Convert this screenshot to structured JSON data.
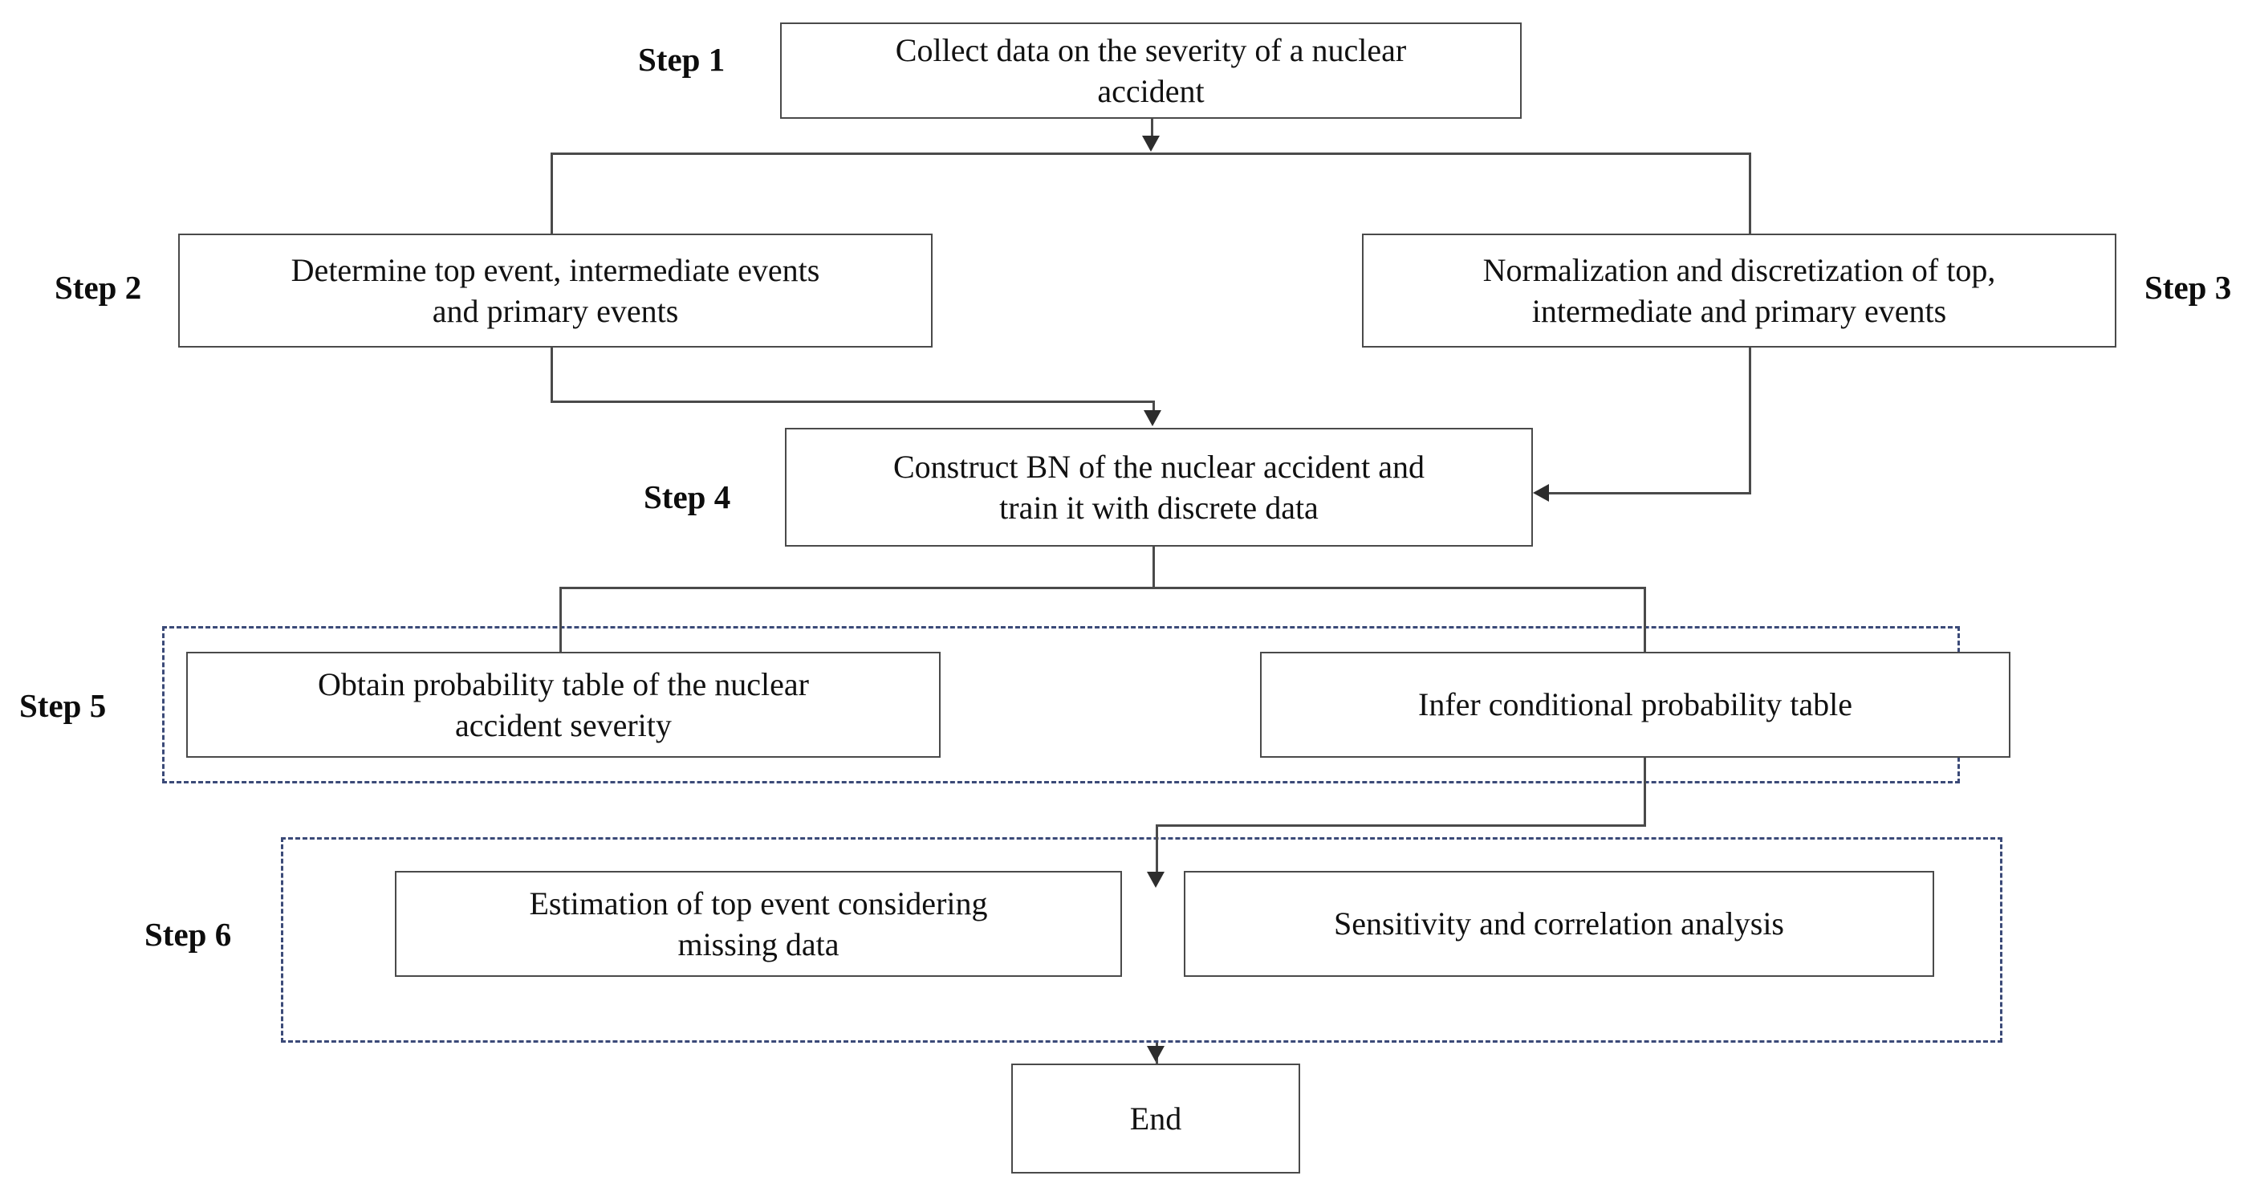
{
  "diagram": {
    "title": "Nuclear accident Bayesian Network methodology flowchart",
    "accent_dashed_color": "#3b4a78",
    "box_border_color": "#4a4a4a",
    "connector_color": "#4a4a4a"
  },
  "steps": [
    {
      "id": "step1",
      "label": "Step 1"
    },
    {
      "id": "step2",
      "label": "Step 2"
    },
    {
      "id": "step3",
      "label": "Step 3"
    },
    {
      "id": "step4",
      "label": "Step 4"
    },
    {
      "id": "step5",
      "label": "Step 5"
    },
    {
      "id": "step6",
      "label": "Step 6"
    }
  ],
  "nodes": {
    "collect_data": "Collect data on the severity of a nuclear\naccident",
    "determine_events": "Determine top event, intermediate events\nand primary events",
    "normalization": "Normalization and discretization of top,\nintermediate and primary events",
    "construct_bn": "Construct BN of the nuclear accident and\ntrain it with discrete data",
    "obtain_probability_table": "Obtain probability table of the nuclear\naccident severity",
    "infer_cpt": "Infer conditional probability table",
    "estimation_missing": "Estimation of top event considering\nmissing data",
    "sensitivity": "Sensitivity and correlation analysis",
    "end": "End"
  }
}
